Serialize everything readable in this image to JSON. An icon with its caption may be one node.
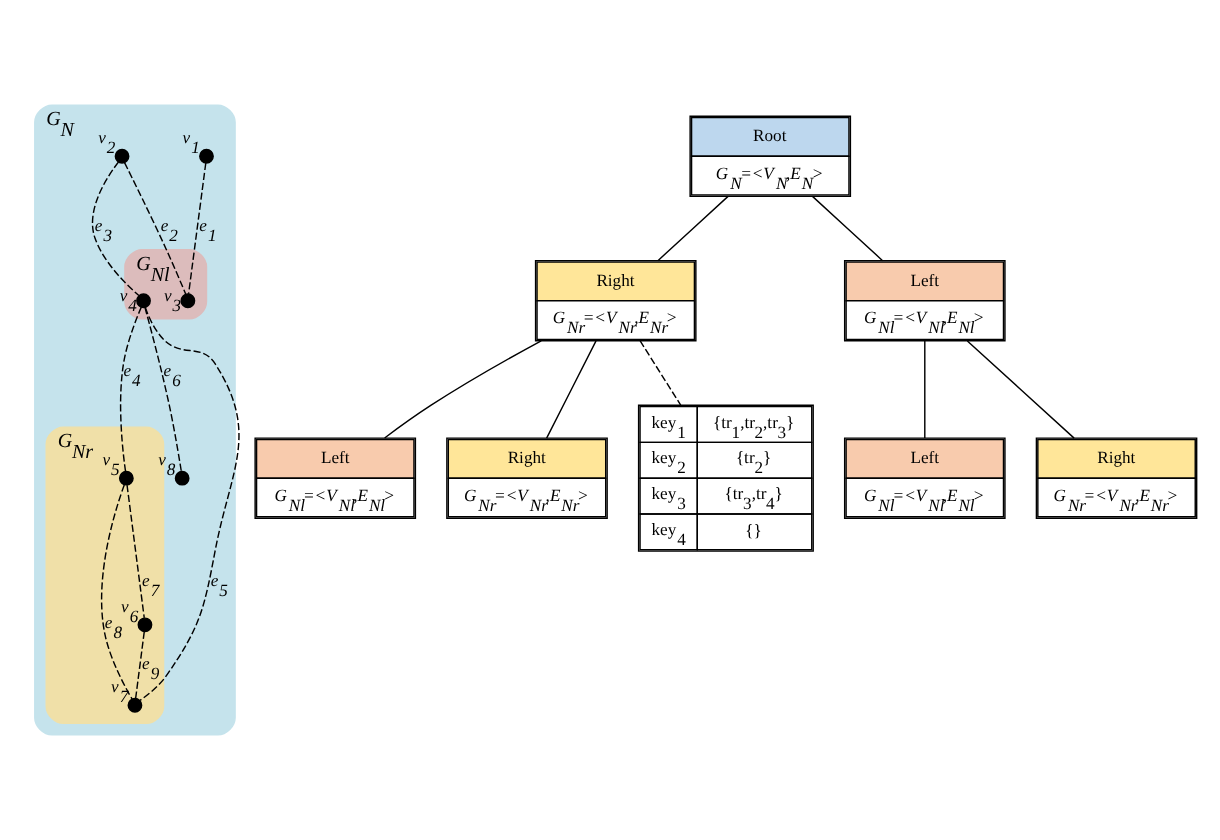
{
  "diagram": {
    "nodes": [
      {
        "text": [
          "G$_{N}$"
        ]
      },
      {
        "text": [
          "G$_{Nl}$"
        ],
        "in": 0
      },
      {
        "text": [
          "G$_{Nr}$"
        ],
        "in": 0
      },
      {
        "text": [],
        "shape": "circle",
        "beside": [
          "v$_{1}$"
        ],
        "in": 0
      },
      {
        "text": [],
        "shape": "circle",
        "beside": [
          "v$_{2}$"
        ],
        "in": 0
      },
      {
        "text": [],
        "shape": "circle",
        "beside": [
          "v$_{3}$"
        ],
        "in": 1
      },
      {
        "text": [],
        "shape": "circle",
        "beside": [
          "v$_{4}$"
        ],
        "in": 1
      },
      {
        "text": [],
        "shape": "circle",
        "beside": [
          "v$_{5}$"
        ],
        "in": 2
      },
      {
        "text": [],
        "shape": "circle",
        "beside": [
          "v$_{6}$"
        ],
        "in": 2
      },
      {
        "text": [],
        "shape": "circle",
        "beside": [
          "v$_{7}$"
        ],
        "in": 2
      },
      {
        "text": [],
        "shape": "circle",
        "beside": [
          "v$_{8}$"
        ],
        "in": 0
      },
      {
        "text": [
          "Root",
          "G$_{N}$=<V$_{N}$,E$_{N}$>"
        ]
      },
      {
        "text": [
          "Left",
          "G$_{Nl}$=<V$_{Nl}$,E$_{Nl}$>"
        ]
      },
      {
        "text": [
          "Right",
          "G$_{Nr}$=<V$_{Nr}$,E$_{Nr}$>"
        ]
      },
      {
        "text": [
          "Left",
          "G$_{Nl}$=<V$_{Nl}$,E$_{Nl}$>"
        ]
      },
      {
        "text": [
          "Right",
          "G$_{Nr}$=<V$_{Nr}$,E$_{Nr}$>"
        ]
      },
      {
        "text": [
          "Left",
          "G$_{Nl}$=<V$_{Nl}$,E$_{Nl}$>"
        ]
      },
      {
        "text": [
          "Right",
          "G$_{Nr}$=<V$_{Nr}$,E$_{Nr}$>"
        ]
      },
      {
        "text": [
          "key$_{1}$",
          "{tr$_{1}$,tr$_{2}$,tr$_{3}$}",
          "key$_{2}$",
          "{tr$_{2}$}",
          "key$_{3}$",
          "{tr$_{3}$,tr$_{4}$}",
          "key$_{4}$",
          "{}"
        ]
      }
    ],
    "edges": [
      {
        "from": 3,
        "to": 5,
        "arrow": "none",
        "label": "e$_{1}$",
        "style": "dashed"
      },
      {
        "from": 4,
        "to": 5,
        "arrow": "none",
        "label": "e$_{2}$",
        "style": "dashed"
      },
      {
        "from": 4,
        "to": 6,
        "arrow": "none",
        "label": "e$_{3}$",
        "style": "dashed"
      },
      {
        "from": 6,
        "to": 7,
        "arrow": "none",
        "label": "e$_{4}$",
        "style": "dashed"
      },
      {
        "from": 6,
        "to": 9,
        "arrow": "none",
        "label": "e$_{5}$",
        "style": "dashed"
      },
      {
        "from": 6,
        "to": 10,
        "arrow": "none",
        "label": "e$_{6}$",
        "style": "dashed"
      },
      {
        "from": 7,
        "to": 8,
        "arrow": "none",
        "label": "e$_{7}$",
        "style": "dashed"
      },
      {
        "from": 7,
        "to": 9,
        "arrow": "none",
        "label": "e$_{8}$",
        "style": "dashed"
      },
      {
        "from": 8,
        "to": 9,
        "arrow": "none",
        "label": "e$_{9}$",
        "style": "dashed"
      },
      {
        "from": 11,
        "to": 12,
        "arrow": "none"
      },
      {
        "from": 11,
        "to": 13,
        "arrow": "none"
      },
      {
        "from": 12,
        "to": 14,
        "arrow": "none"
      },
      {
        "from": 12,
        "to": 15,
        "arrow": "none"
      },
      {
        "from": 13,
        "to": 16,
        "arrow": "none"
      },
      {
        "from": 13,
        "to": 17,
        "arrow": "none"
      },
      {
        "from": 13,
        "to": 18,
        "arrow": "none",
        "style": "dashed"
      }
    ]
  }
}
